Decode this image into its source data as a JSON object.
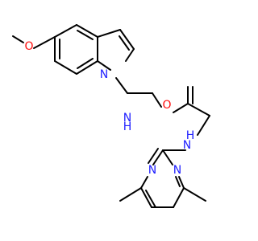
{
  "molecule": {
    "atoms": {
      "o_methoxy": "O",
      "n_indole": "N",
      "n_amide": "N",
      "h_amide": "H",
      "o_carbonyl": "O",
      "n_amine": "N",
      "h_amine": "H",
      "n_pyr_a": "N",
      "n_pyr_b": "N"
    },
    "colors": {
      "bond": "#000000",
      "nitrogen": "#2020ff",
      "oxygen": "#ff0d0d",
      "background": "#ffffff"
    }
  }
}
